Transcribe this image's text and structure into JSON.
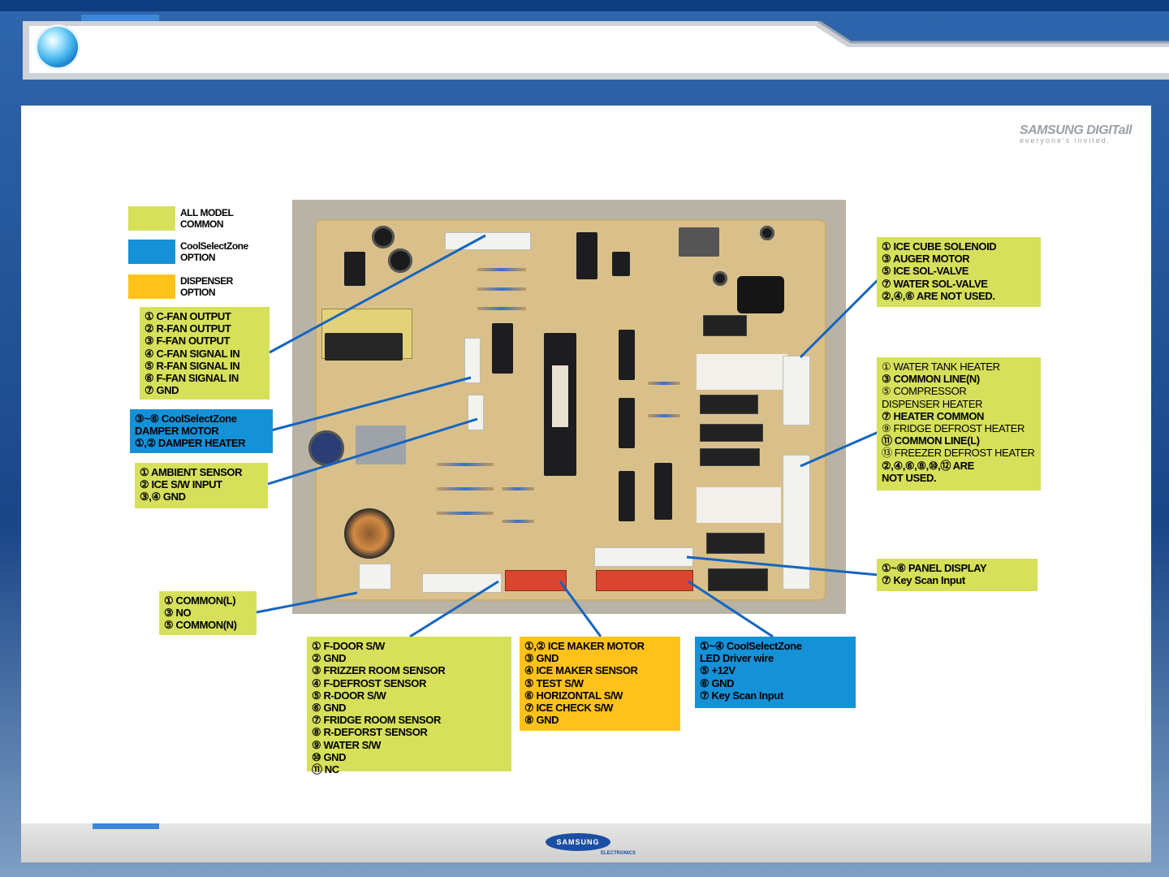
{
  "brand": {
    "name": "SAMSUNG DIGITall",
    "tagline": "everyone's invited.",
    "footer_logo": "SAMSUNG",
    "footer_sub": "ELECTRONICS"
  },
  "legend": [
    {
      "label_line1": "ALL MODEL",
      "label_line2": "COMMON",
      "color": "#d6e05a"
    },
    {
      "label_line1": "CoolSelectZone",
      "label_line2": "OPTION",
      "color": "#1591d8"
    },
    {
      "label_line1": "DISPENSER",
      "label_line2": "OPTION",
      "color": "#ffc21a"
    }
  ],
  "callouts": {
    "fan": [
      "① C-FAN OUTPUT",
      "② R-FAN OUTPUT",
      "③ F-FAN OUTPUT",
      "④ C-FAN SIGNAL IN",
      "⑤ R-FAN SIGNAL IN",
      "⑥ F-FAN SIGNAL IN",
      "⑦ GND"
    ],
    "damper": [
      "③~⑥ CoolSelectZone",
      "DAMPER MOTOR",
      "①,② DAMPER HEATER"
    ],
    "ambient": [
      "① AMBIENT SENSOR",
      "② ICE S/W INPUT",
      "③,④ GND"
    ],
    "common": [
      "① COMMON(L)",
      "③ NO",
      "⑤ COMMON(N)"
    ],
    "door": [
      "① F-DOOR S/W",
      "② GND",
      "③ FRIZZER ROOM SENSOR",
      "④ F-DEFROST SENSOR",
      "⑤ R-DOOR S/W",
      "⑥ GND",
      "⑦ FRIDGE ROOM SENSOR",
      "⑧ R-DEFORST SENSOR",
      "⑨ WATER S/W",
      "⑩ GND",
      "⑪ NC"
    ],
    "icemaker": [
      "①,② ICE MAKER MOTOR",
      "③ GND",
      "④ ICE MAKER SENSOR",
      "⑤ TEST S/W",
      "⑥ HORIZONTAL S/W",
      "⑦ ICE CHECK S/W",
      "⑧ GND"
    ],
    "led": [
      "①~④ CoolSelectZone",
      "LED Driver wire",
      "⑤ +12V",
      "⑥ GND",
      "⑦ Key Scan Input"
    ],
    "icecube": [
      "① ICE CUBE SOLENOID",
      "③ AUGER MOTOR",
      "⑤ ICE SOL-VALVE",
      "⑦ WATER SOL-VALVE",
      "②,④,⑥ ARE NOT USED."
    ],
    "heater": [
      "① WATER TANK HEATER",
      "③ COMMON LINE(N)",
      "⑤ COMPRESSOR",
      "DISPENSER HEATER",
      "⑦ HEATER COMMON",
      "⑨ FRIDGE DEFROST HEATER",
      "⑪ COMMON LINE(L)",
      "⑬ FREEZER DEFROST HEATER",
      "②,④,⑥,⑧,⑩,⑫ ARE",
      "NOT USED."
    ],
    "panel": [
      "①~⑥ PANEL DISPLAY",
      "⑦ Key Scan Input"
    ]
  },
  "colors": {
    "common": "#d6e05a",
    "coolselect": "#1591d8",
    "dispenser": "#ffc21a",
    "leader": "#1565c0"
  }
}
